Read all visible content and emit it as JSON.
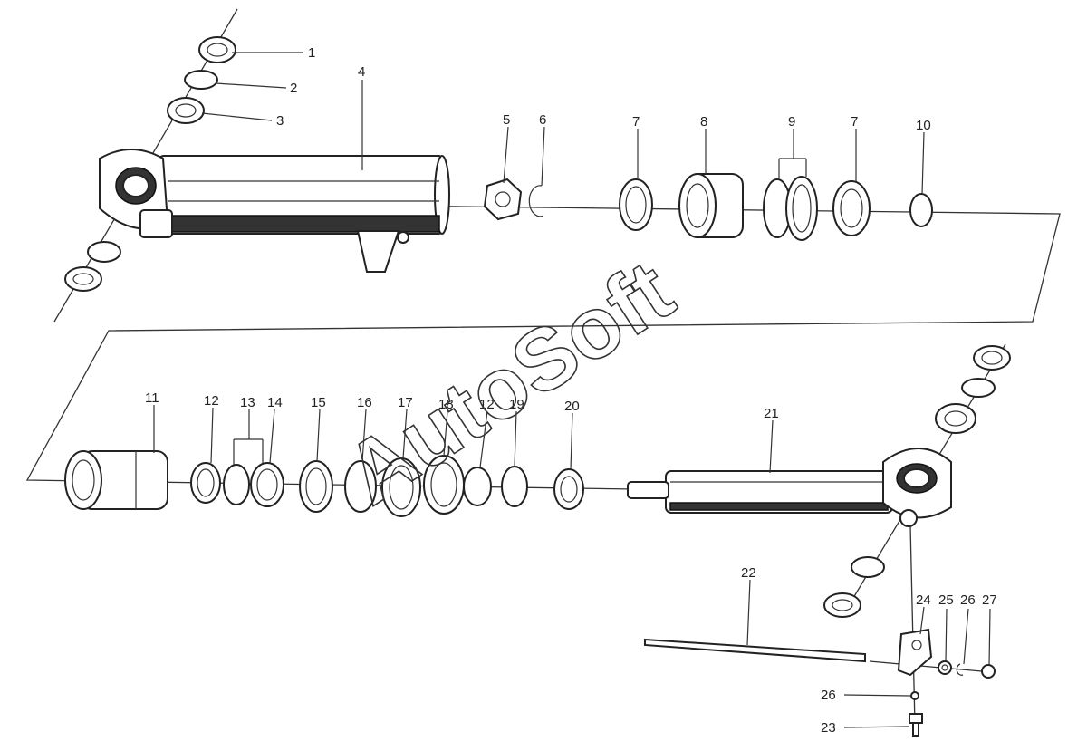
{
  "watermark": "AutoSoft",
  "callouts": [
    "1",
    "2",
    "3",
    "4",
    "5",
    "6",
    "7",
    "8",
    "9",
    "7",
    "10",
    "11",
    "12",
    "13",
    "14",
    "15",
    "16",
    "17",
    "18",
    "12",
    "19",
    "20",
    "21",
    "22",
    "24",
    "25",
    "26",
    "27",
    "26",
    "23"
  ]
}
